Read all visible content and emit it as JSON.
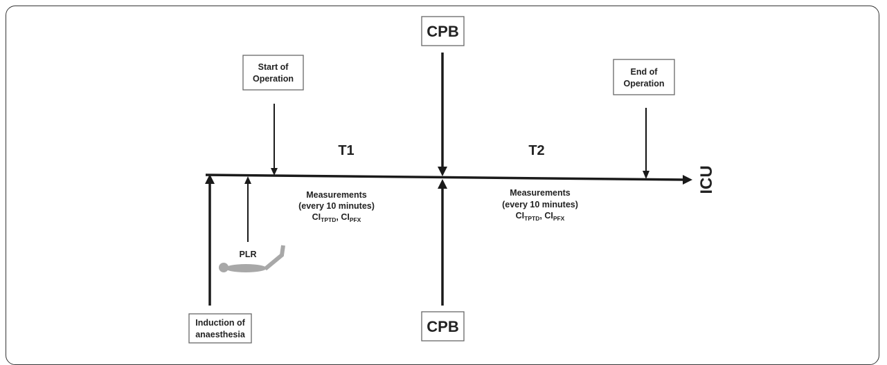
{
  "labels": {
    "cpb_top": "CPB",
    "cpb_bottom": "CPB",
    "start_line1": "Start of",
    "start_line2": "Operation",
    "end_line1": "End of",
    "end_line2": "Operation",
    "induction_line1": "Induction of",
    "induction_line2": "anaesthesia",
    "t1": "T1",
    "t2": "T2",
    "icu": "ICU",
    "plr": "PLR"
  },
  "measurements_t1": {
    "line1": "Measurements",
    "line2": "(every 10 minutes)",
    "ci_main": "CI",
    "sub_tptd": "TPTD",
    "separator": ", ",
    "sub_pfx": "PFX"
  },
  "measurements_t2": {
    "line1": "Measurements",
    "line2": "(every 10 minutes)",
    "ci_main": "CI",
    "sub_tptd": "TPTD",
    "separator": ", ",
    "sub_pfx": "PFX"
  },
  "colors": {
    "line": "#1a1a1a",
    "figure": "#a8a8a8",
    "box_border": "#666666"
  }
}
